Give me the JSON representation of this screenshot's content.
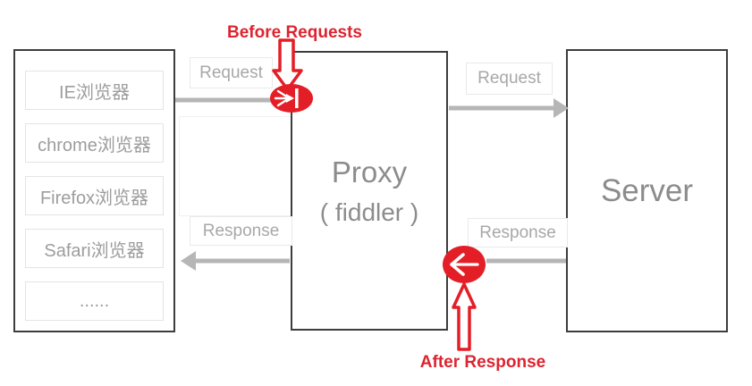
{
  "diagram": {
    "clients_box": {
      "items": [
        "IE浏览器",
        "chrome浏览器",
        "Firefox浏览器",
        "Safari浏览器",
        "......"
      ]
    },
    "proxy_box": {
      "title": "Proxy",
      "subtitle": "( fiddler )"
    },
    "server_box": {
      "title": "Server"
    },
    "flow_labels": {
      "request_client_to_proxy": "Request",
      "request_proxy_to_server": "Request",
      "response_server_to_proxy": "Response",
      "response_proxy_to_client": "Response"
    },
    "annotations": {
      "before_requests": "Before Requests",
      "after_response": "After Response"
    },
    "icons": {
      "request_breakpoint": "arrow-into-wall-icon",
      "response_breakpoint": "double-left-arrow-icon"
    },
    "colors": {
      "accent_red": "#e41e26",
      "annotation_red": "#dd2430",
      "arrow_gray": "#b6b6b6",
      "border_dark": "#3d3d3d",
      "border_light": "#e9e9e9",
      "text_gray": "#9d9d9d",
      "text_dark_gray": "#8c8c8c"
    }
  }
}
